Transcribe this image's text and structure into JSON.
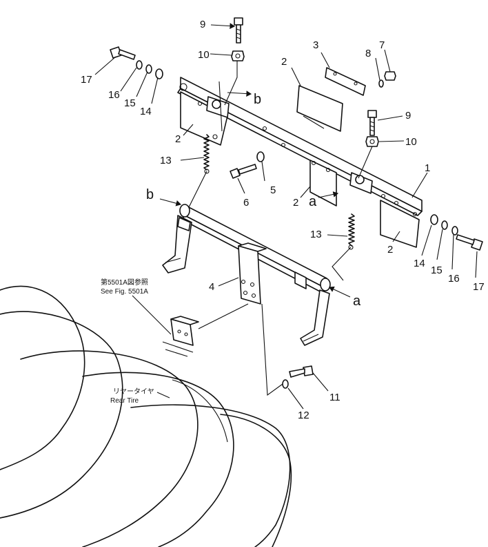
{
  "callouts": {
    "c1": "1",
    "c2a": "2",
    "c2b": "2",
    "c2c": "2",
    "c2d": "2",
    "c3": "3",
    "c4": "4",
    "c5": "5",
    "c6": "6",
    "c7": "7",
    "c8": "8",
    "c9a": "9",
    "c9b": "9",
    "c10a": "10",
    "c10b": "10",
    "c11": "11",
    "c12": "12",
    "c13a": "13",
    "c13b": "13",
    "c14a": "14",
    "c14b": "14",
    "c15a": "15",
    "c15b": "15",
    "c16a": "16",
    "c16b": "16",
    "c17a": "17",
    "c17b": "17"
  },
  "refs": {
    "a1": "a",
    "a2": "a",
    "b1": "b",
    "b2": "b"
  },
  "notes": {
    "see_fig_jp": "第5501A図参照",
    "see_fig_en": "See Fig. 5501A",
    "rear_tire_jp": "リヤータイヤ",
    "rear_tire_en": "Rear Tire"
  }
}
